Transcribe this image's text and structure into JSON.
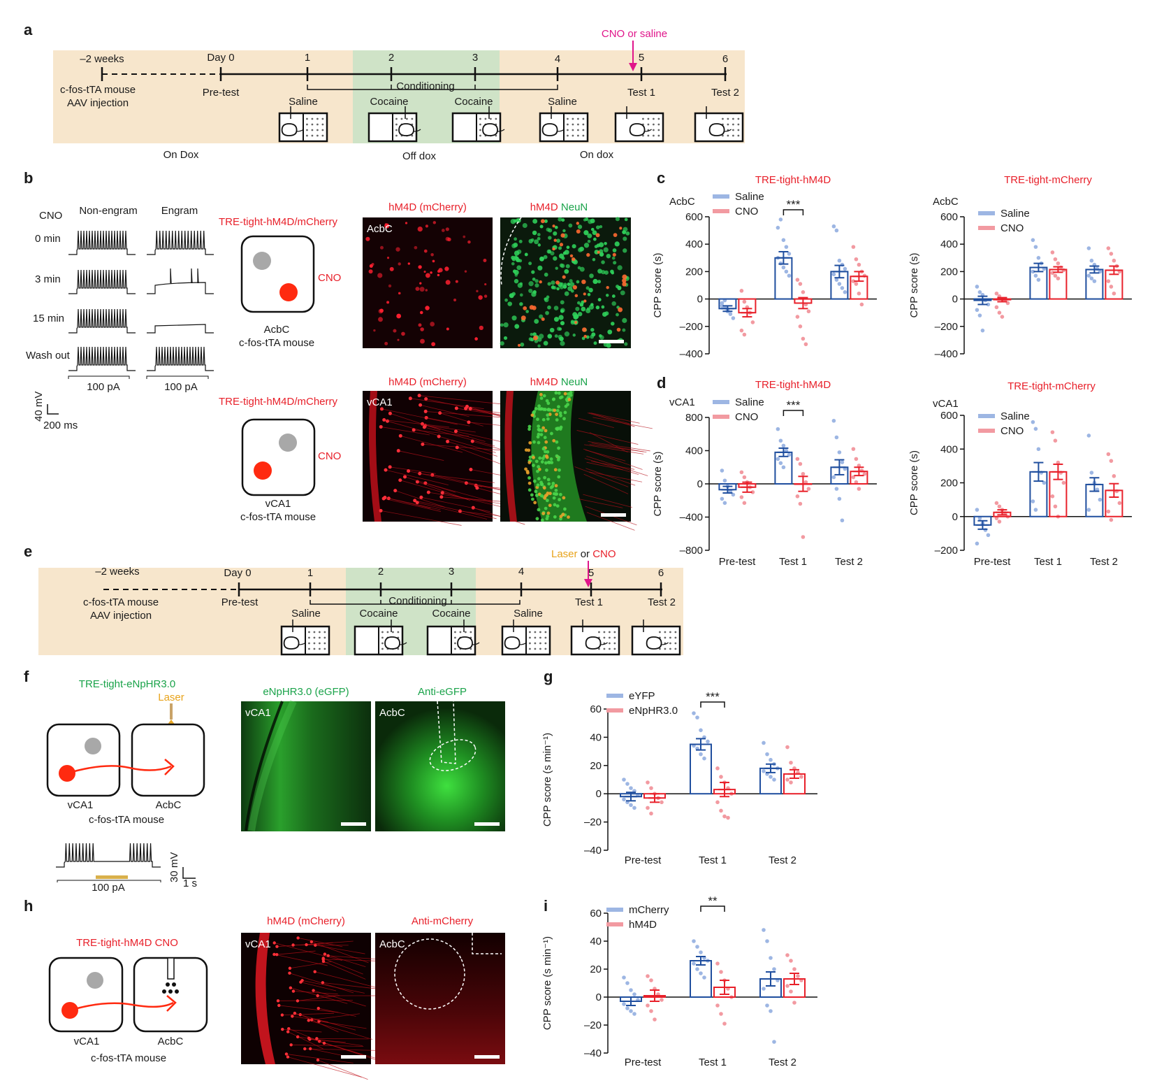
{
  "colors": {
    "bg_panel": "#f7e6cc",
    "cond_green": "#cfe3c7",
    "red": "#e8202a",
    "blue": "#1f4e9e",
    "light_blue": "#9db6e3",
    "light_red": "#f29aa1",
    "magenta": "#e0158a",
    "laser": "#e8a31a",
    "green": "#1aa34a",
    "gray": "#a8a8a8"
  },
  "panels": {
    "a": "a",
    "b": "b",
    "c": "c",
    "d": "d",
    "e": "e",
    "f": "f",
    "g": "g",
    "h": "h",
    "i": "i"
  },
  "timeline_a": {
    "days": [
      "–2 weeks",
      "Day 0",
      "1",
      "2",
      "3",
      "4",
      "5",
      "6"
    ],
    "below": [
      "c-fos-tTA mouse",
      "AAV injection",
      "Pre-test",
      "Test 1",
      "Test 2"
    ],
    "conditioning": "Conditioning",
    "sessions": [
      "Saline",
      "Cocaine",
      "Cocaine",
      "Saline"
    ],
    "dox": [
      "On Dox",
      "Off dox",
      "On dox"
    ],
    "injection": "CNO or saline"
  },
  "timeline_e": {
    "days": [
      "–2 weeks",
      "Day 0",
      "1",
      "2",
      "3",
      "4",
      "5",
      "6"
    ],
    "below": [
      "c-fos-tTA mouse",
      "AAV injection",
      "Pre-test",
      "Test 1",
      "Test 2"
    ],
    "conditioning": "Conditioning",
    "sessions": [
      "Saline",
      "Cocaine",
      "Cocaine",
      "Saline"
    ],
    "laser": "Laser",
    "or": "or",
    "cno": "CNO"
  },
  "panel_b": {
    "cno": "CNO",
    "col1": "Non-engram",
    "col2": "Engram",
    "rows": [
      "0 min",
      "3 min",
      "15 min",
      "Wash out"
    ],
    "current": "100 pA",
    "scale_mv": "40 mV",
    "scale_ms": "200 ms",
    "construct": "TRE-tight-hM4D/mCherry",
    "cno_label": "CNO",
    "acbc_caption": [
      "AcbC",
      "c-fos-tTA mouse"
    ],
    "vca1_caption": [
      "vCA1",
      "c-fos-tTA mouse"
    ],
    "img_top_left_title": "hM4D (mCherry)",
    "img_top_right_title_red": "hM4D",
    "img_top_right_title_green": "NeuN",
    "img_top_region": "AcbC",
    "img_bottom_region": "vCA1"
  },
  "panel_f": {
    "construct": "TRE-tight-eNpHR3.0",
    "laser": "Laser",
    "labels": [
      "vCA1",
      "AcbC",
      "c-fos-tTA mouse"
    ],
    "trace_current": "100 pA",
    "scale_mv": "30 mV",
    "scale_s": "1 s",
    "img_left_title": "eNpHR3.0 (eGFP)",
    "img_right_title": "Anti-eGFP",
    "img_left_region": "vCA1",
    "img_right_region": "AcbC"
  },
  "panel_h": {
    "construct": "TRE-tight-hM4D CNO",
    "labels": [
      "vCA1",
      "AcbC",
      "c-fos-tTA mouse"
    ],
    "img_left_title": "hM4D (mCherry)",
    "img_right_title": "Anti-mCherry",
    "img_left_region": "vCA1",
    "img_right_region": "AcbC"
  },
  "chart_data": [
    {
      "id": "c-left",
      "type": "bar",
      "title": "TRE-tight-hM4D",
      "region": "AcbC",
      "ylabel": "CPP score (s)",
      "ylim": [
        -400,
        600
      ],
      "yticks": [
        -400,
        -200,
        0,
        200,
        400,
        600
      ],
      "ytick_labels": [
        "–400",
        "–200",
        "0",
        "200",
        "400",
        "600"
      ],
      "categories": [
        "Pre-test",
        "Test 1",
        "Test 2"
      ],
      "show_categories": false,
      "series": [
        {
          "name": "Saline",
          "values": [
            -70,
            300,
            200
          ],
          "sem": [
            20,
            45,
            45
          ],
          "points": [
            [
              -50,
              -60,
              -90,
              -110,
              -140,
              -30,
              -10,
              -80
            ],
            [
              520,
              580,
              430,
              380,
              330,
              300,
              260,
              230,
              200,
              170
            ],
            [
              530,
              500,
              280,
              250,
              220,
              180,
              140,
              110,
              80,
              50
            ]
          ]
        },
        {
          "name": "CNO",
          "values": [
            -100,
            -30,
            165
          ],
          "sem": [
            30,
            40,
            35
          ],
          "points": [
            [
              60,
              -20,
              -60,
              -100,
              -170,
              -230,
              -260
            ],
            [
              140,
              110,
              50,
              -40,
              -90,
              -130,
              -200,
              -290,
              -330
            ],
            [
              380,
              290,
              250,
              200,
              170,
              130,
              110,
              40,
              -40
            ]
          ]
        }
      ],
      "significance": [
        {
          "category": 1,
          "label": "***"
        }
      ]
    },
    {
      "id": "c-right",
      "type": "bar",
      "title": "TRE-tight-mCherry",
      "region": "AcbC",
      "ylabel": "CPP score (s)",
      "ylim": [
        -400,
        600
      ],
      "yticks": [
        -400,
        -200,
        0,
        200,
        400,
        600
      ],
      "ytick_labels": [
        "–400",
        "–200",
        "0",
        "200",
        "400",
        "600"
      ],
      "categories": [
        "Pre-test",
        "Test 1",
        "Test 2"
      ],
      "show_categories": false,
      "series": [
        {
          "name": "Saline",
          "values": [
            -10,
            230,
            215
          ],
          "sem": [
            30,
            30,
            25
          ],
          "points": [
            [
              90,
              50,
              30,
              -10,
              -40,
              -80,
              -120,
              -230
            ],
            [
              430,
              380,
              300,
              260,
              220,
              200,
              170,
              140
            ],
            [
              370,
              280,
              250,
              220,
              200,
              170,
              150,
              130
            ]
          ]
        },
        {
          "name": "CNO",
          "values": [
            -5,
            215,
            210
          ],
          "sem": [
            15,
            20,
            30
          ],
          "points": [
            [
              40,
              20,
              0,
              -10,
              -30,
              -60,
              -100,
              -130
            ],
            [
              340,
              290,
              260,
              230,
              210,
              190,
              170,
              150
            ],
            [
              370,
              330,
              280,
              240,
              200,
              130,
              90,
              40
            ]
          ]
        }
      ],
      "significance": []
    },
    {
      "id": "d-left",
      "type": "bar",
      "title": "TRE-tight-hM4D",
      "region": "vCA1",
      "ylabel": "CPP score (s)",
      "ylim": [
        -800,
        800
      ],
      "yticks": [
        -800,
        -400,
        0,
        400,
        800
      ],
      "ytick_labels": [
        "–800",
        "–400",
        "0",
        "400",
        "800"
      ],
      "categories": [
        "Pre-test",
        "Test 1",
        "Test 2"
      ],
      "show_categories": true,
      "series": [
        {
          "name": "Saline",
          "values": [
            -70,
            380,
            200
          ],
          "sem": [
            40,
            50,
            90
          ],
          "points": [
            [
              160,
              40,
              -30,
              -90,
              -130,
              -180,
              -230
            ],
            [
              660,
              520,
              460,
              400,
              350,
              300,
              250,
              200
            ],
            [
              760,
              560,
              380,
              260,
              180,
              80,
              -60,
              -180,
              -440
            ]
          ]
        },
        {
          "name": "CNO",
          "values": [
            -40,
            0,
            150
          ],
          "sem": [
            60,
            90,
            50
          ],
          "points": [
            [
              140,
              80,
              20,
              -40,
              -100,
              -160,
              -230
            ],
            [
              300,
              240,
              120,
              20,
              -60,
              -150,
              -240,
              -640
            ],
            [
              420,
              300,
              220,
              160,
              120,
              80,
              20,
              -60
            ]
          ]
        }
      ],
      "significance": [
        {
          "category": 1,
          "label": "***"
        }
      ]
    },
    {
      "id": "d-right",
      "type": "bar",
      "title": "TRE-tight-mCherry",
      "region": "vCA1",
      "ylabel": "CPP score (s)",
      "ylim": [
        -200,
        600
      ],
      "yticks": [
        -200,
        0,
        200,
        400,
        600
      ],
      "ytick_labels": [
        "–200",
        "0",
        "200",
        "400",
        "600"
      ],
      "categories": [
        "Pre-test",
        "Test 1",
        "Test 2"
      ],
      "show_categories": true,
      "series": [
        {
          "name": "Saline",
          "values": [
            -50,
            265,
            190
          ],
          "sem": [
            25,
            55,
            40
          ],
          "points": [
            [
              40,
              -10,
              -40,
              -80,
              -110,
              -160
            ],
            [
              560,
              520,
              400,
              260,
              200,
              90,
              40
            ],
            [
              480,
              260,
              200,
              160,
              100,
              40
            ]
          ]
        },
        {
          "name": "CNO",
          "values": [
            25,
            265,
            155
          ],
          "sem": [
            15,
            45,
            40
          ],
          "points": [
            [
              80,
              60,
              40,
              20,
              0,
              -10,
              -30
            ],
            [
              500,
              450,
              320,
              260,
              200,
              120,
              60,
              0
            ],
            [
              370,
              330,
              240,
              150,
              80,
              30,
              -20
            ]
          ]
        }
      ],
      "significance": []
    },
    {
      "id": "g",
      "type": "bar",
      "title": "",
      "ylabel": "CPP score (s min⁻¹)",
      "ylim": [
        -40,
        60
      ],
      "yticks": [
        -40,
        -20,
        0,
        20,
        40,
        60
      ],
      "ytick_labels": [
        "–40",
        "–20",
        "0",
        "20",
        "40",
        "60"
      ],
      "categories": [
        "Pre-test",
        "Test 1",
        "Test 2"
      ],
      "show_categories": true,
      "series": [
        {
          "name": "eYFP",
          "values": [
            -2,
            35,
            18
          ],
          "sem": [
            3,
            4,
            3
          ],
          "points": [
            [
              10,
              7,
              4,
              2,
              -1,
              -4,
              -6,
              -8,
              -10
            ],
            [
              57,
              54,
              45,
              40,
              37,
              34,
              32,
              28,
              25
            ],
            [
              36,
              28,
              24,
              21,
              18,
              16,
              14,
              12,
              10
            ]
          ]
        },
        {
          "name": "eNpHR3.0",
          "values": [
            -3,
            3,
            14
          ],
          "sem": [
            3,
            5,
            3
          ],
          "points": [
            [
              8,
              4,
              0,
              -3,
              -6,
              -10,
              -14
            ],
            [
              18,
              12,
              8,
              4,
              0,
              -6,
              -12,
              -16,
              -17
            ],
            [
              33,
              22,
              18,
              15,
              12,
              10,
              8
            ]
          ]
        }
      ],
      "significance": [
        {
          "category": 1,
          "label": "***"
        }
      ]
    },
    {
      "id": "i",
      "type": "bar",
      "title": "",
      "ylabel": "CPP score (s min⁻¹)",
      "ylim": [
        -40,
        60
      ],
      "yticks": [
        -40,
        -20,
        0,
        20,
        40,
        60
      ],
      "ytick_labels": [
        "–40",
        "–20",
        "0",
        "20",
        "40",
        "60"
      ],
      "categories": [
        "Pre-test",
        "Test 1",
        "Test 2"
      ],
      "show_categories": true,
      "series": [
        {
          "name": "mCherry",
          "values": [
            -3,
            26,
            13
          ],
          "sem": [
            3,
            3,
            5
          ],
          "points": [
            [
              14,
              10,
              5,
              2,
              -2,
              -5,
              -8,
              -10,
              -12
            ],
            [
              40,
              36,
              32,
              28,
              26,
              24,
              20,
              17,
              14
            ],
            [
              48,
              40,
              28,
              20,
              12,
              6,
              -6,
              -10,
              -32
            ]
          ]
        },
        {
          "name": "hM4D",
          "values": [
            1,
            7,
            13
          ],
          "sem": [
            4,
            5,
            4
          ],
          "points": [
            [
              15,
              12,
              6,
              2,
              -2,
              -6,
              -10,
              -16
            ],
            [
              24,
              18,
              12,
              6,
              0,
              -6,
              -12,
              -19
            ],
            [
              30,
              26,
              20,
              15,
              12,
              8,
              4,
              -4
            ]
          ]
        }
      ],
      "significance": [
        {
          "category": 1,
          "label": "**"
        }
      ]
    }
  ]
}
